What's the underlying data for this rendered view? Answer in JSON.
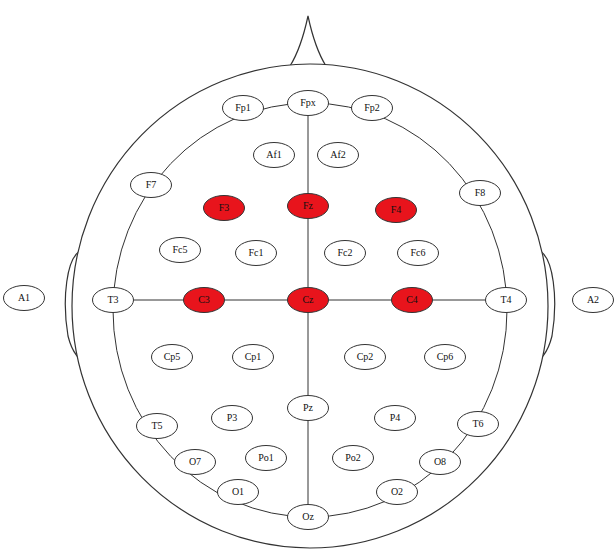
{
  "diagram": {
    "nodes": [
      {
        "text": [
          "Fp1"
        ]
      },
      {
        "text": [
          "Fpx"
        ]
      },
      {
        "text": [
          "Fp2"
        ]
      },
      {
        "text": [
          "Af1"
        ]
      },
      {
        "text": [
          "Af2"
        ]
      },
      {
        "text": [
          "F7"
        ]
      },
      {
        "text": [
          "F3"
        ]
      },
      {
        "text": [
          "Fz"
        ]
      },
      {
        "text": [
          "F4"
        ]
      },
      {
        "text": [
          "F8"
        ]
      },
      {
        "text": [
          "Fc5"
        ]
      },
      {
        "text": [
          "Fc1"
        ]
      },
      {
        "text": [
          "Fc2"
        ]
      },
      {
        "text": [
          "Fc6"
        ]
      },
      {
        "text": [
          "A1"
        ]
      },
      {
        "text": [
          "T3"
        ]
      },
      {
        "text": [
          "C3"
        ]
      },
      {
        "text": [
          "Cz"
        ]
      },
      {
        "text": [
          "C4"
        ]
      },
      {
        "text": [
          "T4"
        ]
      },
      {
        "text": [
          "A2"
        ]
      },
      {
        "text": [
          "Cp5"
        ]
      },
      {
        "text": [
          "Cp1"
        ]
      },
      {
        "text": [
          "Cp2"
        ]
      },
      {
        "text": [
          "Cp6"
        ]
      },
      {
        "text": [
          "Pz"
        ]
      },
      {
        "text": [
          "P3"
        ]
      },
      {
        "text": [
          "P4"
        ]
      },
      {
        "text": [
          "T5"
        ]
      },
      {
        "text": [
          "T6"
        ]
      },
      {
        "text": [
          "Po1"
        ]
      },
      {
        "text": [
          "Po2"
        ]
      },
      {
        "text": [
          "O7"
        ]
      },
      {
        "text": [
          "O8"
        ]
      },
      {
        "text": [
          "O1"
        ]
      },
      {
        "text": [
          "O2"
        ]
      },
      {
        "text": [
          "Oz"
        ]
      }
    ],
    "edges": [
      {
        "from": 1,
        "to": 7,
        "arrow": "none"
      },
      {
        "from": 7,
        "to": 17,
        "arrow": "none"
      },
      {
        "from": 17,
        "to": 25,
        "arrow": "none"
      },
      {
        "from": 25,
        "to": 36,
        "arrow": "none"
      },
      {
        "from": 15,
        "to": 16,
        "arrow": "none"
      },
      {
        "from": 16,
        "to": 17,
        "arrow": "none"
      },
      {
        "from": 17,
        "to": 18,
        "arrow": "none"
      },
      {
        "from": 18,
        "to": 19,
        "arrow": "none"
      }
    ]
  }
}
